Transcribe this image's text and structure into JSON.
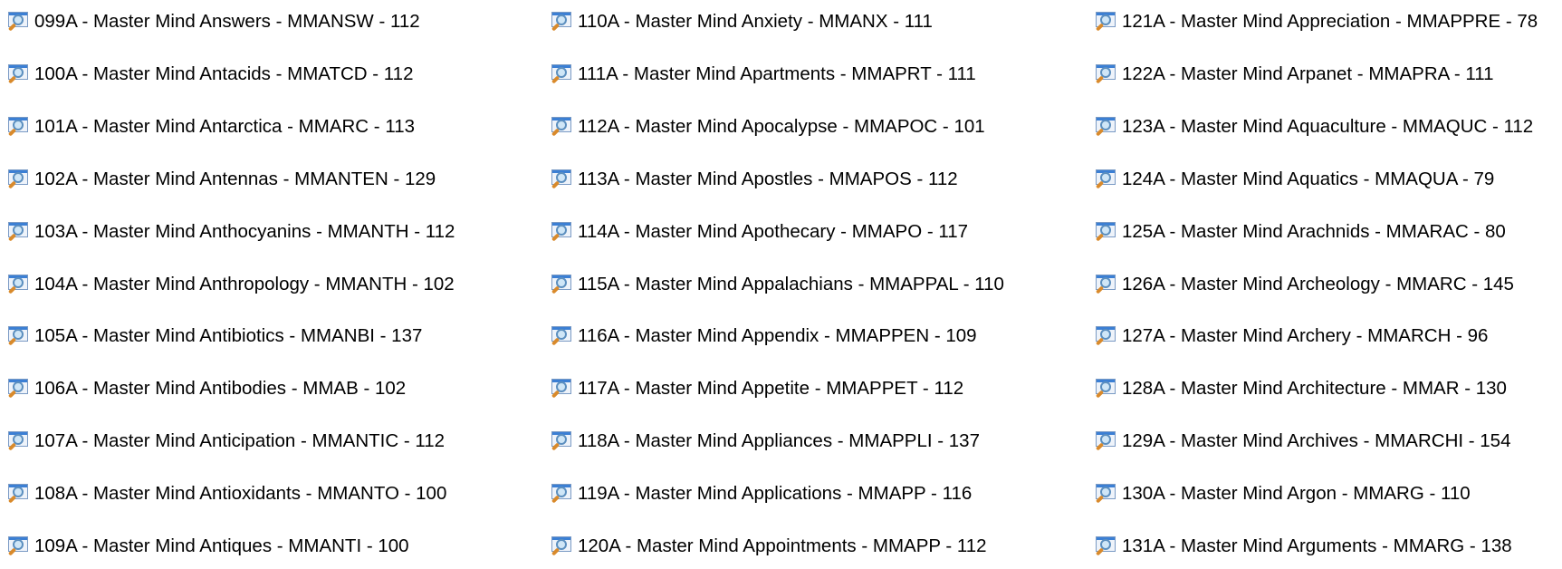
{
  "columns": [
    {
      "items": [
        "099A - Master Mind Answers - MMANSW - 112",
        "100A - Master Mind Antacids - MMATCD - 112",
        "101A - Master Mind Antarctica - MMARC - 113",
        "102A - Master Mind Antennas - MMANTEN - 129",
        "103A - Master Mind Anthocyanins - MMANTH - 112",
        "104A - Master Mind Anthropology - MMANTH - 102",
        "105A - Master Mind Antibiotics - MMANBI - 137",
        "106A - Master Mind Antibodies - MMAB - 102",
        "107A - Master Mind Anticipation - MMANTIC - 112",
        "108A - Master Mind Antioxidants - MMANTO - 100",
        "109A - Master Mind Antiques - MMANTI - 100"
      ]
    },
    {
      "items": [
        "110A - Master Mind Anxiety - MMANX - 111",
        "111A - Master Mind Apartments - MMAPRT - 111",
        "112A - Master Mind Apocalypse - MMAPOC - 101",
        "113A - Master Mind Apostles - MMAPOS - 112",
        "114A - Master Mind Apothecary - MMAPO - 117",
        "115A - Master Mind Appalachians - MMAPPAL - 110",
        "116A - Master Mind Appendix - MMAPPEN - 109",
        "117A - Master Mind Appetite - MMAPPET - 112",
        "118A - Master Mind Appliances - MMAPPLI - 137",
        "119A - Master Mind Applications - MMAPP - 116",
        "120A - Master Mind Appointments - MMAPP - 112"
      ]
    },
    {
      "items": [
        "121A - Master Mind Appreciation - MMAPPRE - 78",
        "122A - Master Mind Arpanet - MMAPRA - 111",
        "123A - Master Mind Aquaculture - MMAQUC - 112",
        "124A - Master Mind Aquatics - MMAQUA - 79",
        "125A - Master Mind Arachnids - MMARAC - 80",
        "126A - Master Mind Archeology - MMARC - 145",
        "127A - Master Mind Archery - MMARCH - 96",
        "128A - Master Mind Architecture - MMAR - 130",
        "129A - Master Mind Archives - MMARCHI - 154",
        "130A - Master Mind Argon - MMARG - 110",
        "131A - Master Mind Arguments - MMARG - 138"
      ]
    }
  ],
  "icon": "search-document-icon"
}
